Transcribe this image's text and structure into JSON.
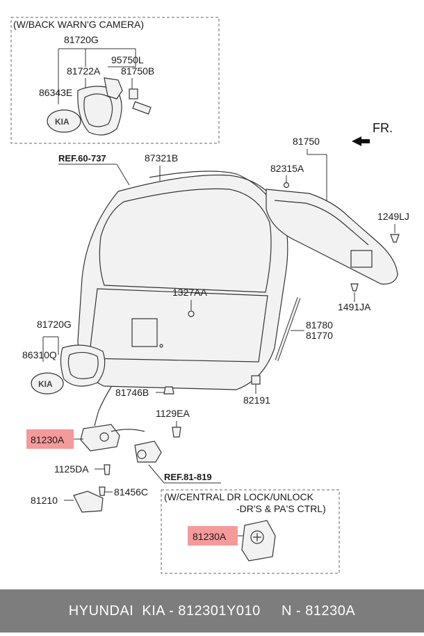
{
  "colors": {
    "highlight": "#f59a9a",
    "footer_bg": "#7d7d7d"
  },
  "diagram": {
    "box_camera_title": "(W/BACK WARN'G CAMERA)",
    "box_lock_title_1": "(W/CENTRAL DR LOCK/UNLOCK",
    "box_lock_title_2": "-DR'S & PA'S CTRL)",
    "direction_label": "FR.",
    "refs": {
      "ref_60_737": "REF.60-737",
      "ref_81_819": "REF.81-819"
    },
    "labels": {
      "p81720g_top": "81720G",
      "p95750l": "95750L",
      "p81722a": "81722A",
      "p81750b": "81750B",
      "p86343e": "86343E",
      "p87321b": "87321B",
      "p81750": "81750",
      "p82315a": "82315A",
      "p1249lj": "1249LJ",
      "p1491ja": "1491JA",
      "p1327aa": "1327AA",
      "p81780": "81780",
      "p81770": "81770",
      "p81720g_mid": "81720G",
      "p86310q": "86310Q",
      "p81746b": "81746B",
      "p82191": "82191",
      "p1129ea": "1129EA",
      "p81230a_main": "81230A",
      "p1125da": "1125DA",
      "p81456c": "81456C",
      "p81210": "81210",
      "p81230a_box": "81230A"
    }
  },
  "footer": {
    "text": "HYUNDAI  KIA - 812301Y010     N - 81230A"
  }
}
